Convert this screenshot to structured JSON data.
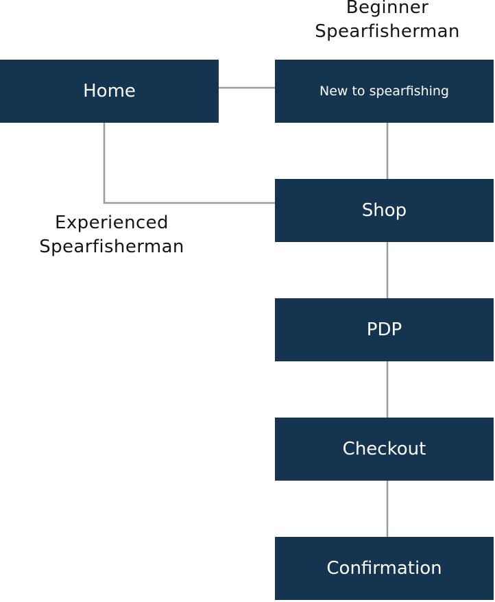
{
  "diagram": {
    "colors": {
      "node_fill": "#14344f",
      "node_text": "#ffffff",
      "connector": "#9a9a9a",
      "label_text": "#141414"
    },
    "labels": {
      "beginner_line1": "Beginner",
      "beginner_line2": "Spearfisherman",
      "experienced_line1": "Experienced",
      "experienced_line2": "Spearfisherman"
    },
    "nodes": {
      "home": "Home",
      "new_to_spearfishing": "New to spearfishing",
      "shop": "Shop",
      "pdp": "PDP",
      "checkout": "Checkout",
      "confirmation": "Confirmation"
    }
  }
}
